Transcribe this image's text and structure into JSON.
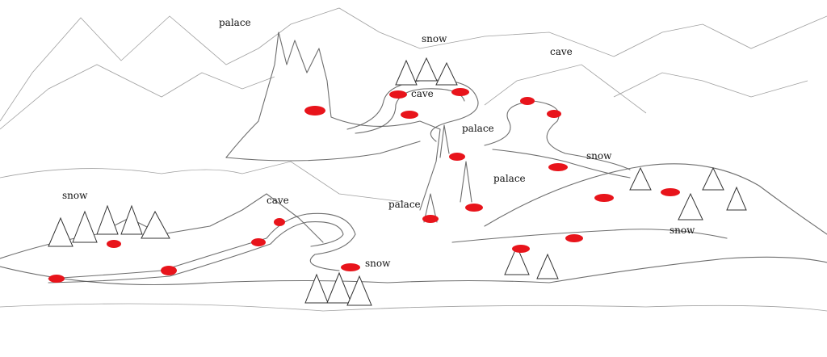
{
  "map": {
    "labels": [
      "palace",
      "snow",
      "cave",
      "cave",
      "palace",
      "snow",
      "palace",
      "snow",
      "cave",
      "palace",
      "snow",
      "snow"
    ]
  },
  "colors": {
    "marker": "#e8141b",
    "ink": "#444444",
    "background": "#ffffff"
  }
}
